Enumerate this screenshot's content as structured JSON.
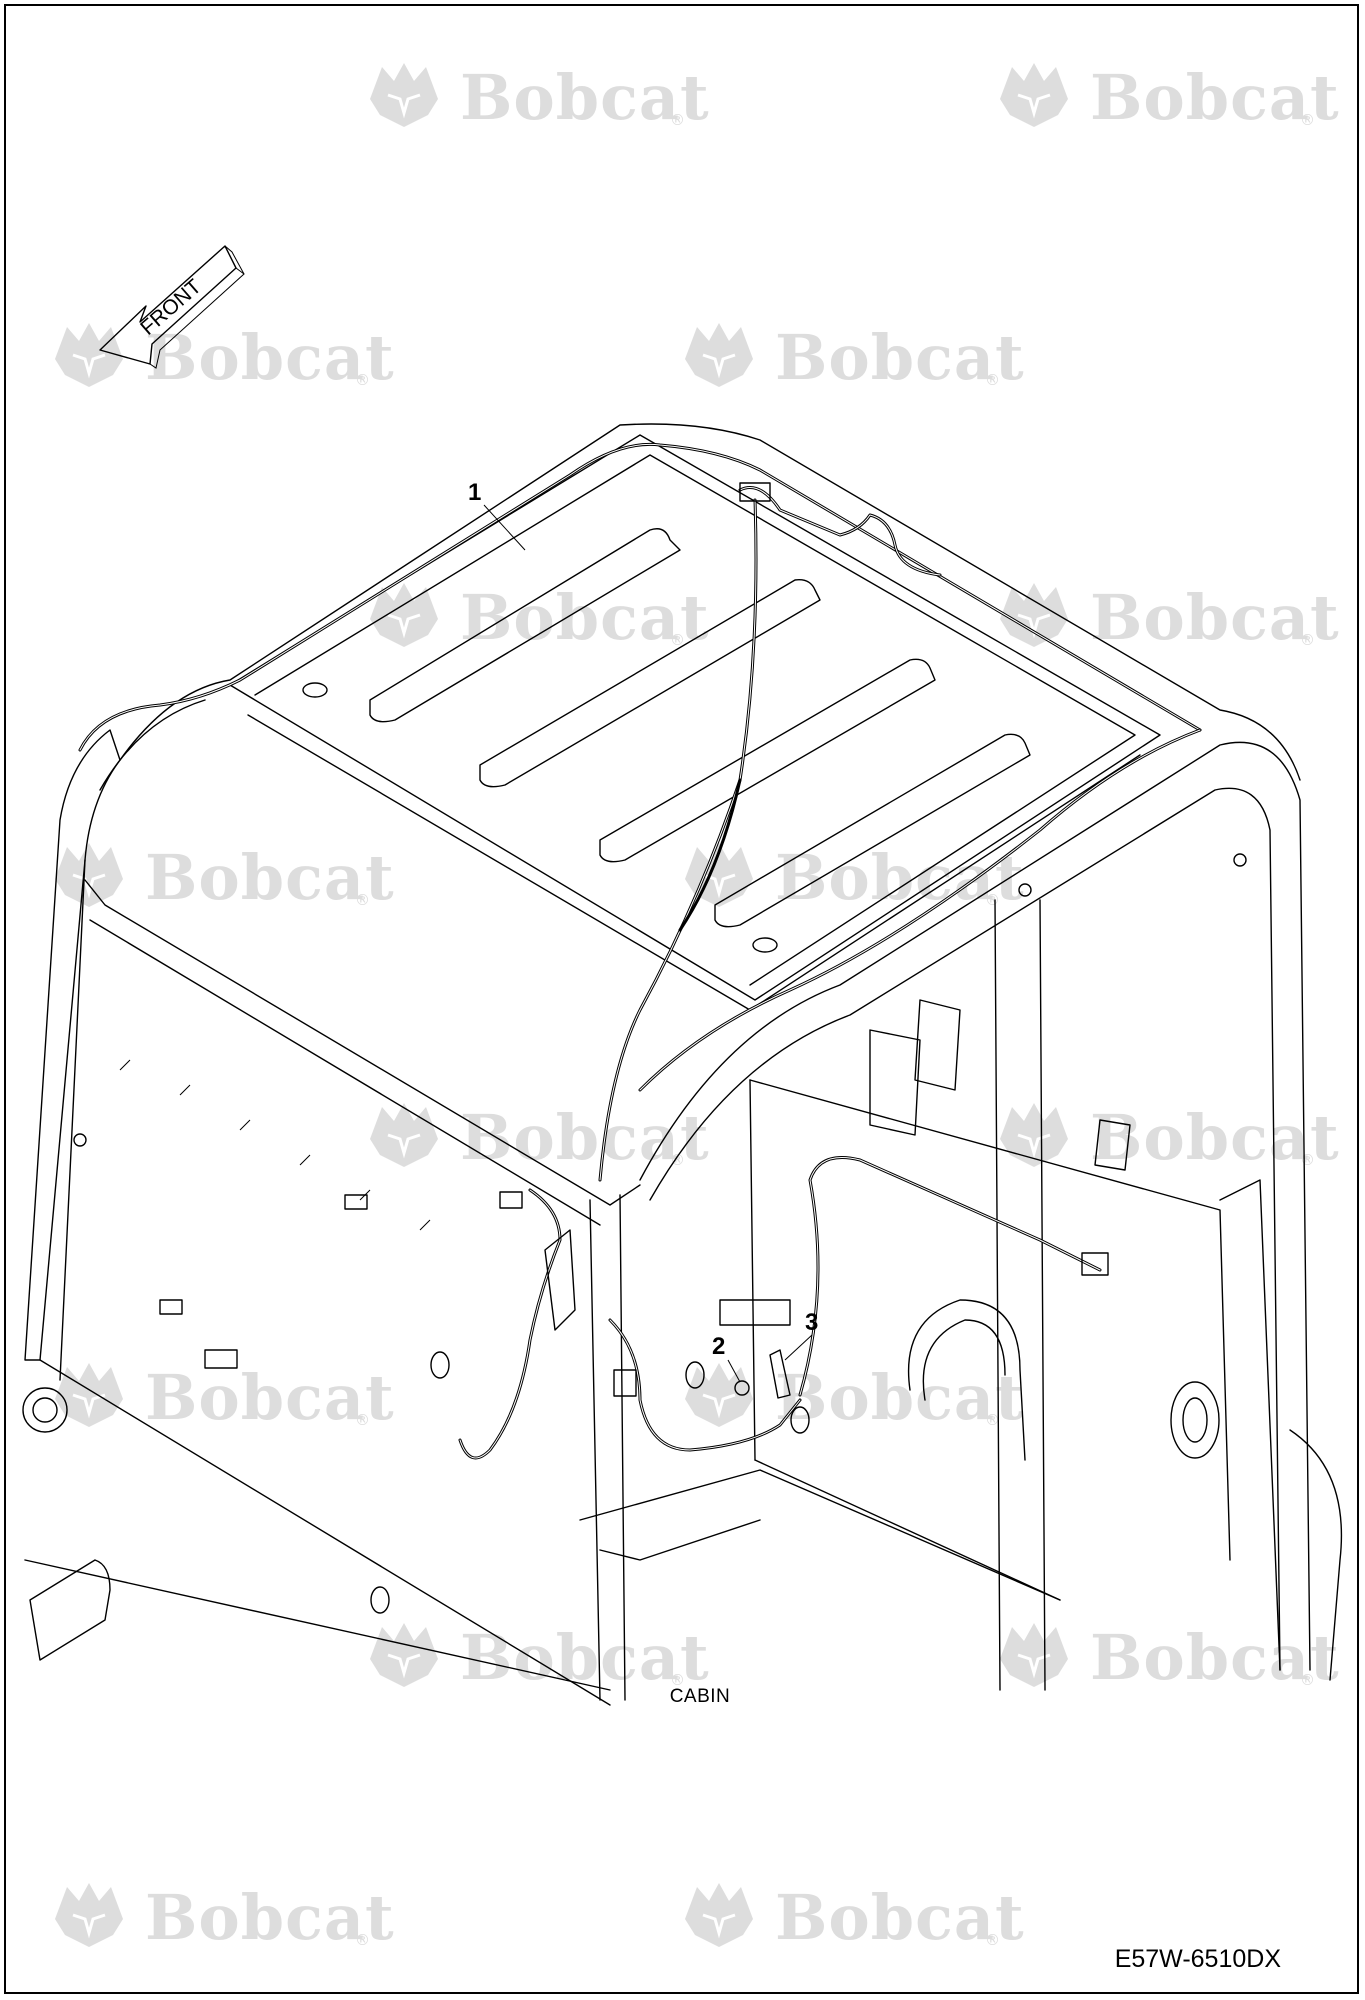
{
  "watermark": {
    "brand": "Bobcat",
    "registered_mark": "®"
  },
  "direction_arrow": {
    "label": "FRONT"
  },
  "callouts": [
    {
      "number": "1"
    },
    {
      "number": "2"
    },
    {
      "number": "3"
    }
  ],
  "caption": "CABIN",
  "drawing_code": "E57W-6510DX"
}
